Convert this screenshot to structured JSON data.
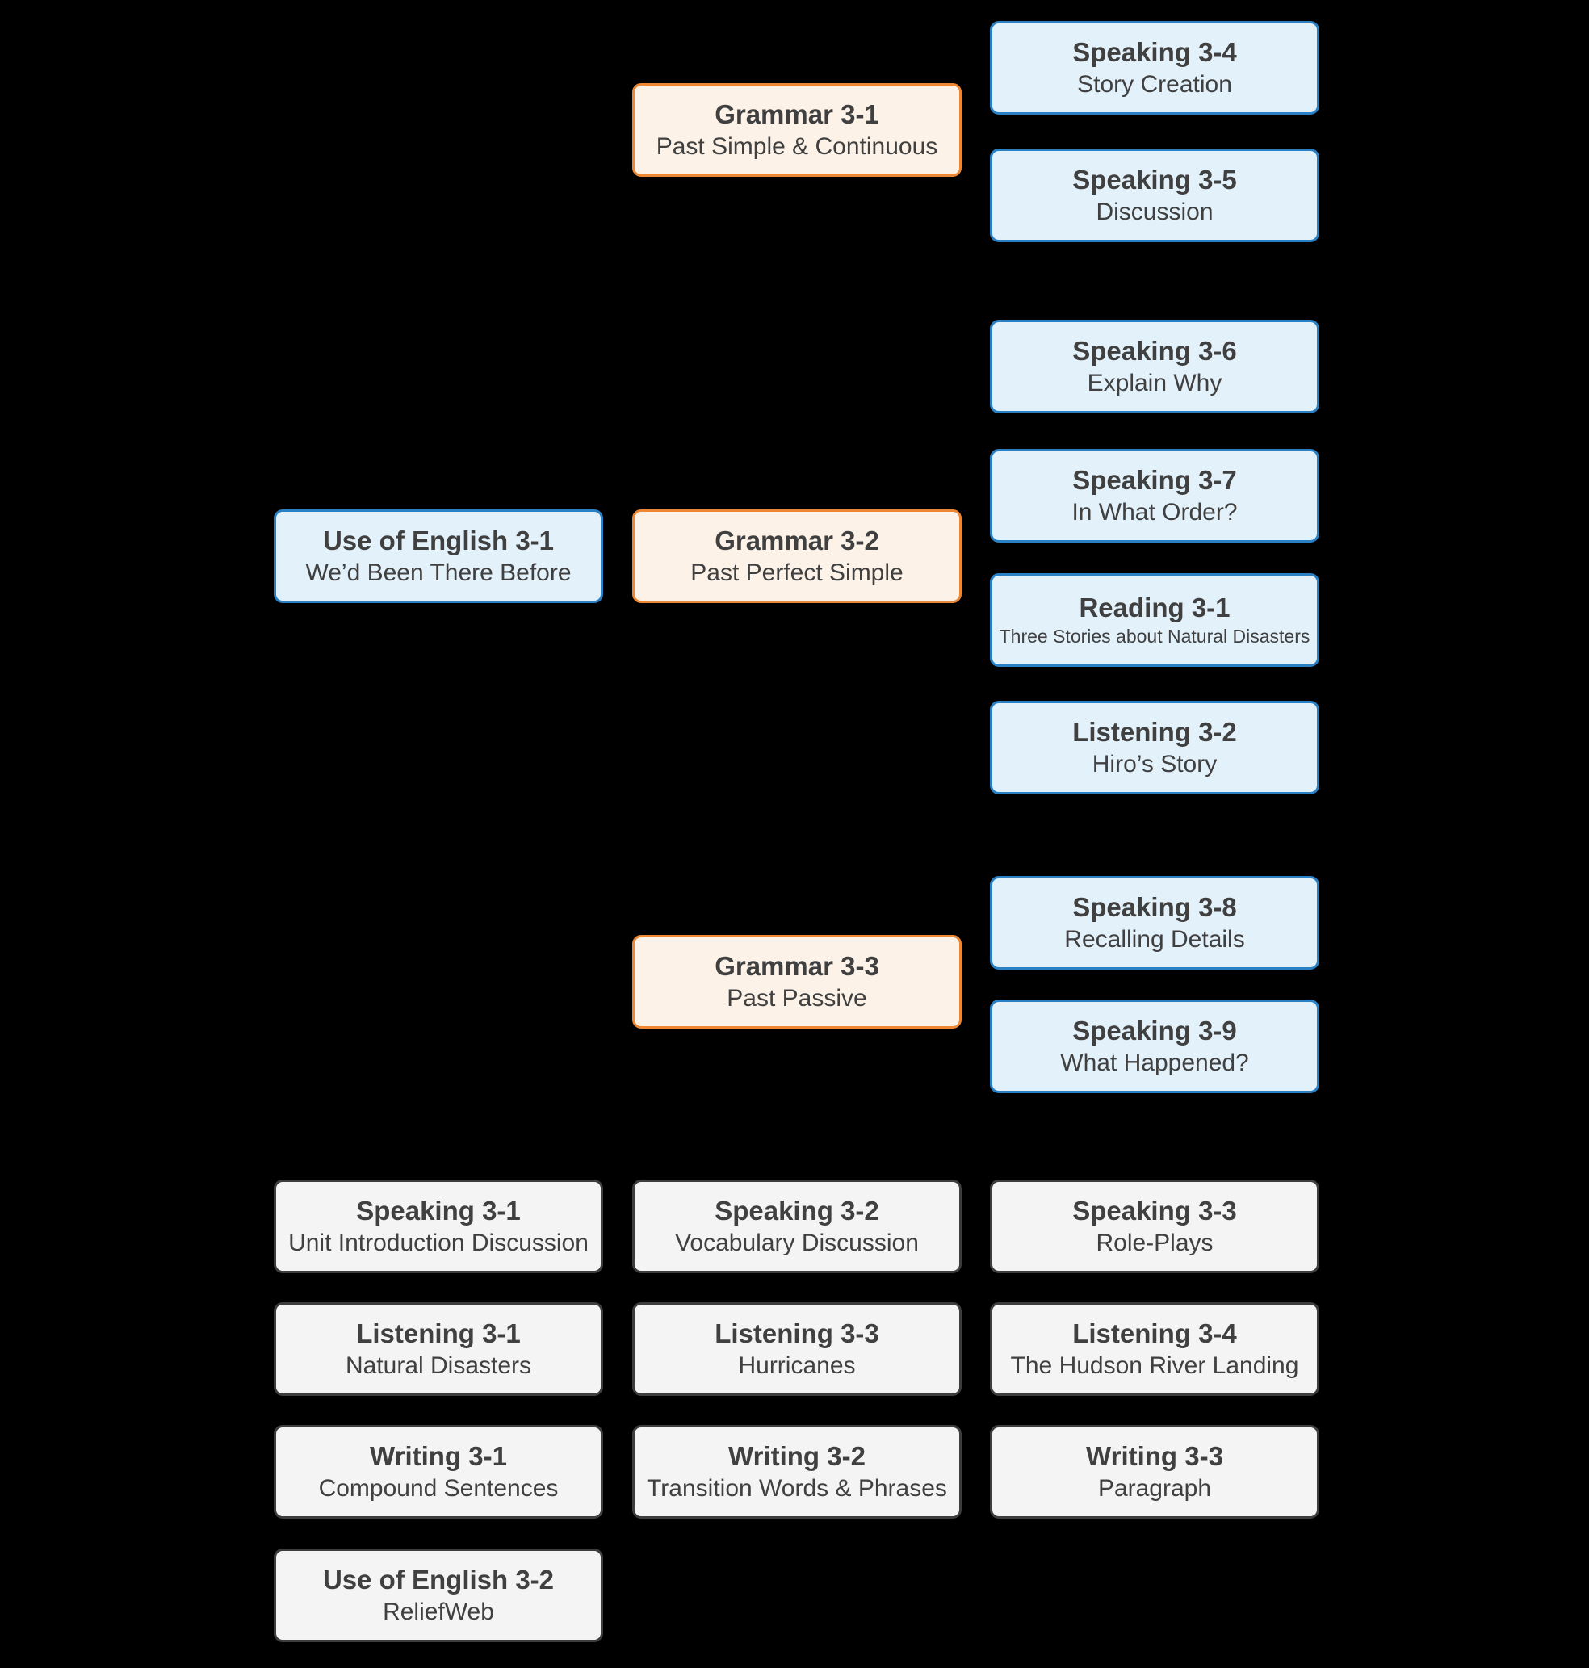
{
  "palette": {
    "background": "#000000",
    "blue_fill": "#e3f1fb",
    "blue_border": "#2980c4",
    "orange_fill": "#fcf2e7",
    "orange_border": "#ed8733",
    "gray_fill": "#f4f4f4",
    "gray_border": "#3d3d3d",
    "text_color": "#404040"
  },
  "boxes": [
    {
      "id": "use-of-english-3-1",
      "variant": "blue",
      "title": "Use of English 3-1",
      "subtitle": "We’d Been There Before"
    },
    {
      "id": "speaking-3-1",
      "variant": "gray",
      "title": "Speaking 3-1",
      "subtitle": "Unit Introduction Discussion"
    },
    {
      "id": "listening-3-1",
      "variant": "gray",
      "title": "Listening 3-1",
      "subtitle": "Natural Disasters"
    },
    {
      "id": "writing-3-1",
      "variant": "gray",
      "title": "Writing 3-1",
      "subtitle": "Compound Sentences"
    },
    {
      "id": "use-of-english-3-2",
      "variant": "gray",
      "title": "Use of English 3-2",
      "subtitle": "ReliefWeb"
    },
    {
      "id": "grammar-3-1",
      "variant": "orange",
      "title": "Grammar 3-1",
      "subtitle": "Past Simple & Continuous"
    },
    {
      "id": "grammar-3-2",
      "variant": "orange",
      "title": "Grammar 3-2",
      "subtitle": "Past Perfect Simple"
    },
    {
      "id": "grammar-3-3",
      "variant": "orange",
      "title": "Grammar 3-3",
      "subtitle": "Past Passive"
    },
    {
      "id": "speaking-3-2",
      "variant": "gray",
      "title": "Speaking 3-2",
      "subtitle": "Vocabulary Discussion"
    },
    {
      "id": "listening-3-3",
      "variant": "gray",
      "title": "Listening 3-3",
      "subtitle": "Hurricanes"
    },
    {
      "id": "writing-3-2",
      "variant": "gray",
      "title": "Writing 3-2",
      "subtitle": "Transition Words & Phrases"
    },
    {
      "id": "speaking-3-4",
      "variant": "blue",
      "title": "Speaking 3-4",
      "subtitle": "Story Creation"
    },
    {
      "id": "speaking-3-5",
      "variant": "blue",
      "title": "Speaking 3-5",
      "subtitle": "Discussion"
    },
    {
      "id": "speaking-3-6",
      "variant": "blue",
      "title": "Speaking 3-6",
      "subtitle": "Explain Why"
    },
    {
      "id": "speaking-3-7",
      "variant": "blue",
      "title": "Speaking 3-7",
      "subtitle": "In What Order?"
    },
    {
      "id": "reading-3-1",
      "variant": "blue",
      "title": "Reading 3-1",
      "subtitle": "Three Stories about Natural Disasters"
    },
    {
      "id": "listening-3-2",
      "variant": "blue",
      "title": "Listening 3-2",
      "subtitle": "Hiro’s Story"
    },
    {
      "id": "speaking-3-8",
      "variant": "blue",
      "title": "Speaking 3-8",
      "subtitle": "Recalling Details"
    },
    {
      "id": "speaking-3-9",
      "variant": "blue",
      "title": "Speaking 3-9",
      "subtitle": "What Happened?"
    },
    {
      "id": "speaking-3-3",
      "variant": "gray",
      "title": "Speaking 3-3",
      "subtitle": "Role-Plays"
    },
    {
      "id": "listening-3-4",
      "variant": "gray",
      "title": "Listening 3-4",
      "subtitle": "The Hudson River Landing"
    },
    {
      "id": "writing-3-3",
      "variant": "gray",
      "title": "Writing 3-3",
      "subtitle": "Paragraph"
    }
  ]
}
